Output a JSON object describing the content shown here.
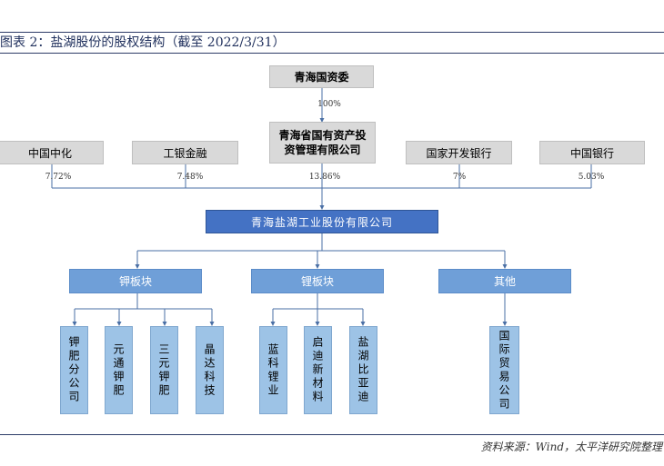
{
  "title": "图表 2：盐湖股份的股权结构（截至 2022/3/31）",
  "nodes": {
    "top": "青海国资委",
    "investor": "青海省国有资产投资管理有限公司",
    "sinochem": "中国中化",
    "icbc": "工银金融",
    "cdb": "国家开发银行",
    "boc": "中国银行",
    "main": "青海盐湖工业股份有限公司",
    "seg_potash": "钾板块",
    "seg_lithium": "锂板块",
    "seg_other": "其他",
    "sub_potash": [
      "钾肥分公司",
      "元通钾肥",
      "三元钾肥",
      "晶达科技"
    ],
    "sub_lithium": [
      "蓝科锂业",
      "启迪新材料",
      "盐湖比亚迪"
    ],
    "sub_other": [
      "国际贸易公司"
    ]
  },
  "percents": {
    "top_to_investor": "100%",
    "sinochem": "7.72%",
    "icbc": "7.48%",
    "investor": "13.86%",
    "cdb": "7%",
    "boc": "5.03%"
  },
  "source": "资料来源：Wind，太平洋研究院整理"
}
